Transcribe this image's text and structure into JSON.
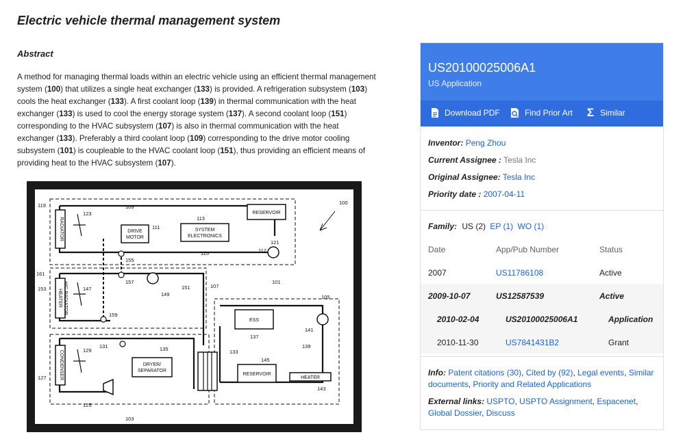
{
  "title": "Electric vehicle thermal management system",
  "abstract": {
    "heading": "Abstract",
    "segments": [
      {
        "t": "A method for managing thermal loads within an electric vehicle using an efficient thermal management system (",
        "b": false
      },
      {
        "t": "100",
        "b": true
      },
      {
        "t": ") that utilizes a single heat exchanger (",
        "b": false
      },
      {
        "t": "133",
        "b": true
      },
      {
        "t": ") is provided. A refrigeration subsystem (",
        "b": false
      },
      {
        "t": "103",
        "b": true
      },
      {
        "t": ") cools the heat exchanger (",
        "b": false
      },
      {
        "t": "133",
        "b": true
      },
      {
        "t": "). A first coolant loop (",
        "b": false
      },
      {
        "t": "139",
        "b": true
      },
      {
        "t": ") in thermal communication with the heat exchanger (",
        "b": false
      },
      {
        "t": "133",
        "b": true
      },
      {
        "t": ") is used to cool the energy storage system (",
        "b": false
      },
      {
        "t": "137",
        "b": true
      },
      {
        "t": "). A second coolant loop (",
        "b": false
      },
      {
        "t": "151",
        "b": true
      },
      {
        "t": ") corresponding to the HVAC subsystem (",
        "b": false
      },
      {
        "t": "107",
        "b": true
      },
      {
        "t": ") is also in thermal communication with the heat exchanger (",
        "b": false
      },
      {
        "t": "133",
        "b": true
      },
      {
        "t": "). Preferably a third coolant loop (",
        "b": false
      },
      {
        "t": "109",
        "b": true
      },
      {
        "t": ") corresponding to the drive motor cooling subsystem (",
        "b": false
      },
      {
        "t": "101",
        "b": true
      },
      {
        "t": ") is coupleable to the HVAC coolant loop (",
        "b": false
      },
      {
        "t": "151",
        "b": true
      },
      {
        "t": "), thus providing an efficient means of providing heat to the HVAC subsystem (",
        "b": false
      },
      {
        "t": "107",
        "b": true
      },
      {
        "t": ").",
        "b": false
      }
    ]
  },
  "figure": {
    "components": {
      "radiator": "RADIATOR",
      "drive_motor_1": "DRIVE",
      "drive_motor_2": "MOTOR",
      "system_electronics_1": "SYSTEM",
      "system_electronics_2": "ELECTRONICS",
      "reservoir_top": "RESERVOIR",
      "heater_hvac_1": "HEATER",
      "heater_hvac_2": "H/C RADIATOR",
      "ess": "ESS",
      "condenser": "CONDENSER",
      "dryer_1": "DRYER/",
      "dryer_2": "SEPARATOR",
      "reservoir_bottom": "RESERVOIR",
      "heater_bottom": "HEATER"
    },
    "refs": [
      "100",
      "101",
      "103",
      "105",
      "107",
      "109",
      "111",
      "113",
      "115",
      "117",
      "119",
      "121",
      "123",
      "125",
      "127",
      "129",
      "131",
      "133",
      "135",
      "137",
      "139",
      "141",
      "143",
      "145",
      "147",
      "149",
      "151",
      "153",
      "155",
      "157",
      "159",
      "161"
    ]
  },
  "panel": {
    "pub_number": "US20100025006A1",
    "pub_type": "US Application",
    "actions": [
      {
        "label": "Download PDF",
        "icon": "pdf-icon"
      },
      {
        "label": "Find Prior Art",
        "icon": "search-doc-icon"
      },
      {
        "label": "Similar",
        "icon": "sigma-icon"
      }
    ],
    "inventor_label": "Inventor:",
    "inventor": "Peng Zhou",
    "current_assignee_label": "Current Assignee :",
    "current_assignee": "Tesla Inc",
    "original_assignee_label": "Original Assignee:",
    "original_assignee": "Tesla Inc",
    "priority_label": "Priority date :",
    "priority_date": "2007-04-11",
    "family_label": "Family:",
    "family_us": "US (2)",
    "family_ep": "EP (1)",
    "family_wo": "WO (1)",
    "table_headers": [
      "Date",
      "App/Pub Number",
      "Status"
    ],
    "rows": [
      {
        "date": "2007",
        "number": "US11786108",
        "status": "Active"
      },
      {
        "date": "2009-10-07",
        "number": "US12587539",
        "status": "Active"
      },
      {
        "date": "2010-02-04",
        "number": "US20100025006A1",
        "status": "Application"
      },
      {
        "date": "2010-11-30",
        "number": "US7841431B2",
        "status": "Grant"
      }
    ],
    "info_label": "Info:",
    "info_links": [
      "Patent citations (30)",
      "Cited by (92)",
      "Legal events",
      "Similar documents",
      "Priority and Related Applications"
    ],
    "external_label": "External links:",
    "external_links": [
      "USPTO",
      "USPTO Assignment",
      "Espacenet",
      "Global Dossier",
      "Discuss"
    ]
  },
  "colors": {
    "header_blue": "#3f7ee8",
    "action_blue": "#2f6ce0",
    "link": "#1a62d9"
  }
}
